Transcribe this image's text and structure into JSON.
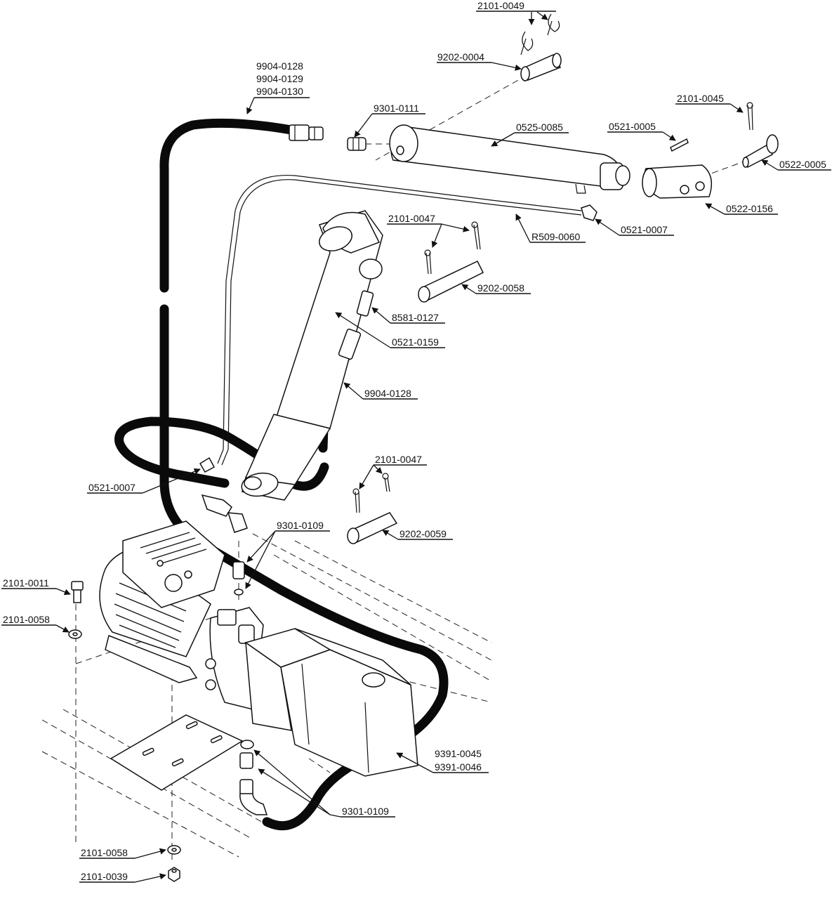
{
  "callouts": [
    {
      "id": "c1",
      "text": "2101-0049"
    },
    {
      "id": "c2",
      "text": "9202-0004"
    },
    {
      "id": "c3a",
      "text": "9904-0128"
    },
    {
      "id": "c3b",
      "text": "9904-0129"
    },
    {
      "id": "c3c",
      "text": "9904-0130"
    },
    {
      "id": "c4",
      "text": "9301-0111"
    },
    {
      "id": "c5",
      "text": "0525-0085"
    },
    {
      "id": "c6",
      "text": "2101-0045"
    },
    {
      "id": "c7",
      "text": "0521-0005"
    },
    {
      "id": "c8",
      "text": "0522-0005"
    },
    {
      "id": "c9",
      "text": "0522-0156"
    },
    {
      "id": "c10",
      "text": "0521-0007"
    },
    {
      "id": "c11",
      "text": "R509-0060"
    },
    {
      "id": "c12",
      "text": "2101-0047"
    },
    {
      "id": "c13",
      "text": "9202-0058"
    },
    {
      "id": "c14",
      "text": "8581-0127"
    },
    {
      "id": "c15",
      "text": "0521-0159"
    },
    {
      "id": "c16",
      "text": "9904-0128"
    },
    {
      "id": "c17",
      "text": "2101-0047"
    },
    {
      "id": "c18",
      "text": "0521-0007"
    },
    {
      "id": "c19",
      "text": "9202-0059"
    },
    {
      "id": "c20",
      "text": "9301-0109"
    },
    {
      "id": "c21",
      "text": "2101-0011"
    },
    {
      "id": "c22",
      "text": "2101-0058"
    },
    {
      "id": "c23a",
      "text": "9391-0045"
    },
    {
      "id": "c23b",
      "text": "9391-0046"
    },
    {
      "id": "c24",
      "text": "9301-0109"
    },
    {
      "id": "c25",
      "text": "2101-0058"
    },
    {
      "id": "c26",
      "text": "2101-0039"
    }
  ]
}
